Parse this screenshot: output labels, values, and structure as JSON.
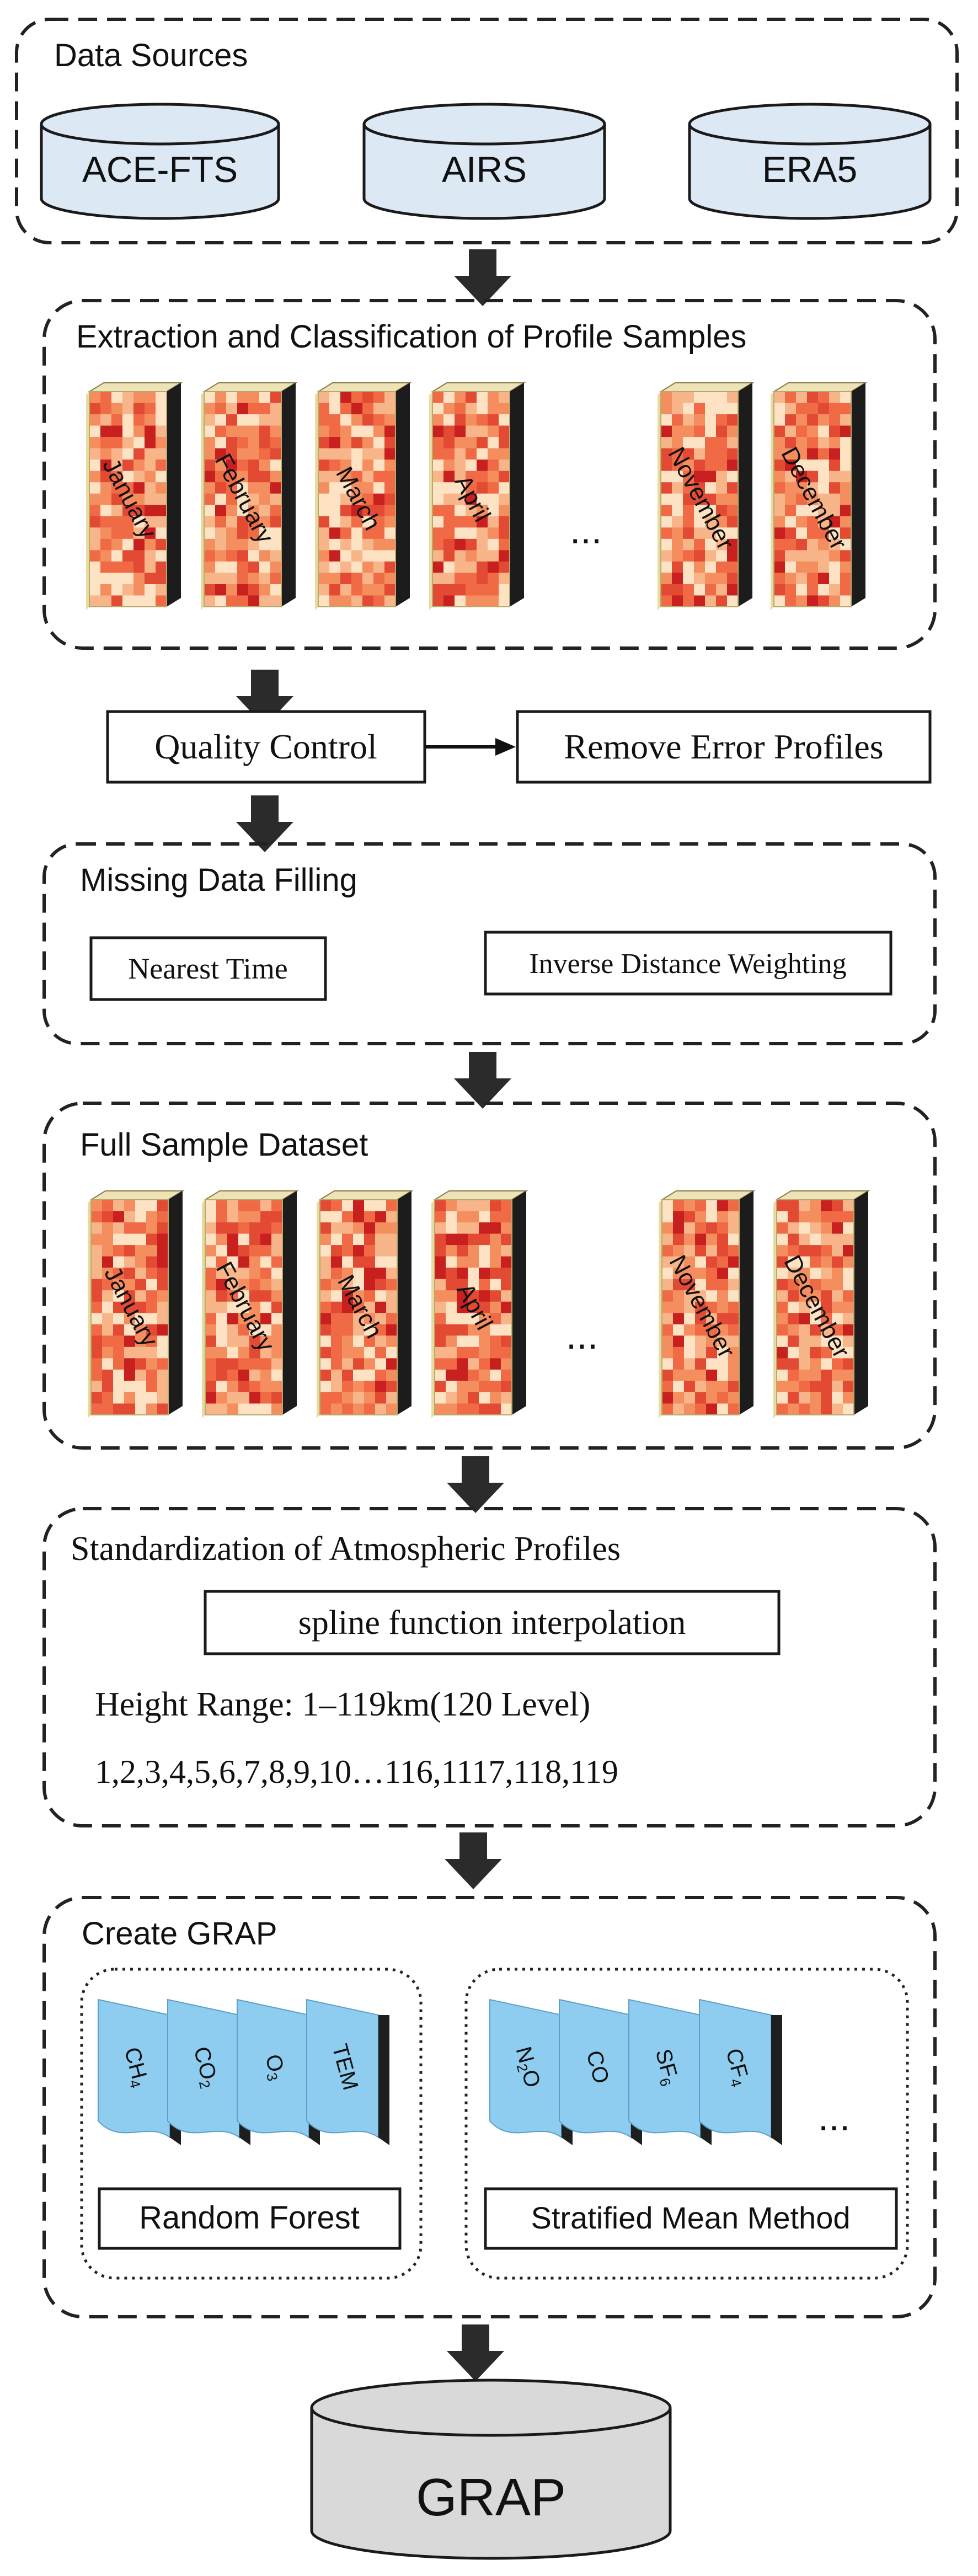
{
  "data_sources": {
    "title": "Data Sources",
    "items": [
      "ACE-FTS",
      "AIRS",
      "ERA5"
    ]
  },
  "extraction": {
    "title": "Extraction and Classification of Profile Samples",
    "months": [
      "January",
      "February",
      "March",
      "April",
      "November",
      "December"
    ],
    "ellipsis": "..."
  },
  "quality_control": {
    "label": "Quality Control",
    "remove_label": "Remove Error Profiles"
  },
  "missing_data": {
    "title": "Missing Data Filling",
    "method_1": "Nearest Time",
    "method_2": "Inverse Distance Weighting"
  },
  "full_sample": {
    "title": "Full Sample Dataset",
    "months": [
      "January",
      "February",
      "March",
      "April",
      "November",
      "December"
    ],
    "ellipsis": "..."
  },
  "standardization": {
    "title": "Standardization of Atmospheric Profiles",
    "method": "spline function interpolation",
    "height_range": "Height Range: 1–119km(120 Level)",
    "levels": "1,2,3,4,5,6,7,8,9,10…116,1117,118,119"
  },
  "create_grap": {
    "title": "Create GRAP",
    "group_1": {
      "gases": [
        {
          "base": "CH",
          "sub": "4"
        },
        {
          "base": "CO",
          "sub": "2"
        },
        {
          "base": "O",
          "sub": "3"
        },
        {
          "base": "TEM",
          "sub": ""
        }
      ],
      "method": "Random Forest"
    },
    "group_2": {
      "gases": [
        {
          "base": "N",
          "sub": "2",
          "tail": "O"
        },
        {
          "base": "CO",
          "sub": ""
        },
        {
          "base": "SF",
          "sub": "6"
        },
        {
          "base": "CF",
          "sub": "4"
        }
      ],
      "method": "Stratified Mean Method",
      "ellipsis": "..."
    }
  },
  "output": {
    "label": "GRAP"
  },
  "colors": {
    "cylinder_fill": "#dce9f5",
    "output_fill": "#d9d9d9",
    "gas_card_fill": "#8ecdf0",
    "heatmap_palette": [
      "#fde2c4",
      "#f9b58a",
      "#f58e5f",
      "#ef6a45",
      "#e34a33",
      "#c81f1f"
    ]
  }
}
